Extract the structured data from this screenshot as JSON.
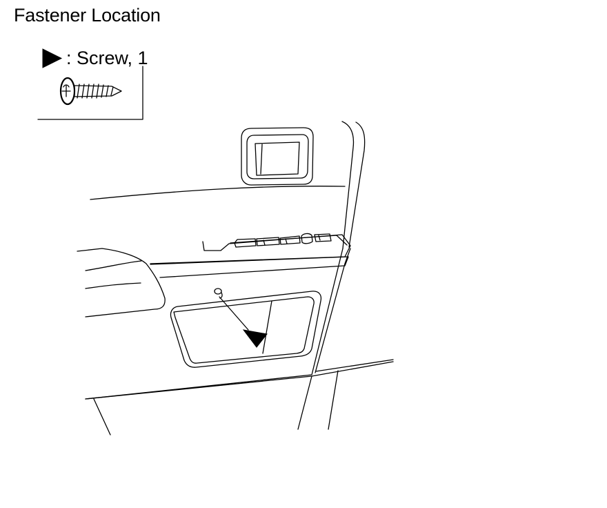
{
  "header": {
    "title": "Fastener Location"
  },
  "legend": {
    "marker_icon": "black-triangle-marker-icon",
    "label": ": Screw, 1",
    "fastener_icon": "screw-icon"
  },
  "diagram": {
    "subject": "door-trim-panel",
    "colors": {
      "line": "#000000",
      "background": "#ffffff"
    }
  }
}
